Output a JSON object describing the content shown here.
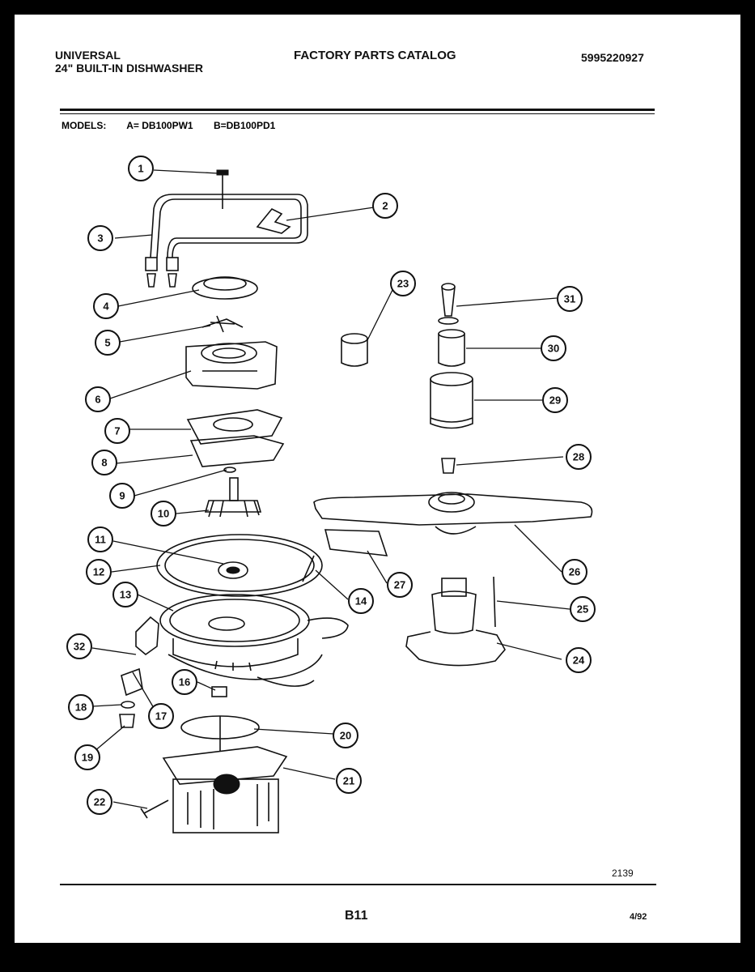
{
  "header": {
    "brand_line1": "UNIVERSAL",
    "brand_line2": "24\" BUILT-IN DISHWASHER",
    "catalog_title": "FACTORY PARTS CATALOG",
    "part_number": "5995220927"
  },
  "models": {
    "label": "MODELS:",
    "model_a": "A= DB100PW1",
    "model_b": "B=DB100PD1"
  },
  "callouts": [
    "1",
    "2",
    "3",
    "4",
    "5",
    "6",
    "7",
    "8",
    "9",
    "10",
    "11",
    "12",
    "13",
    "14",
    "16",
    "17",
    "18",
    "19",
    "20",
    "21",
    "22",
    "23",
    "24",
    "25",
    "26",
    "27",
    "28",
    "29",
    "30",
    "31",
    "32"
  ],
  "footer": {
    "drawing_number": "2139",
    "page": "B11",
    "date": "4/92"
  }
}
